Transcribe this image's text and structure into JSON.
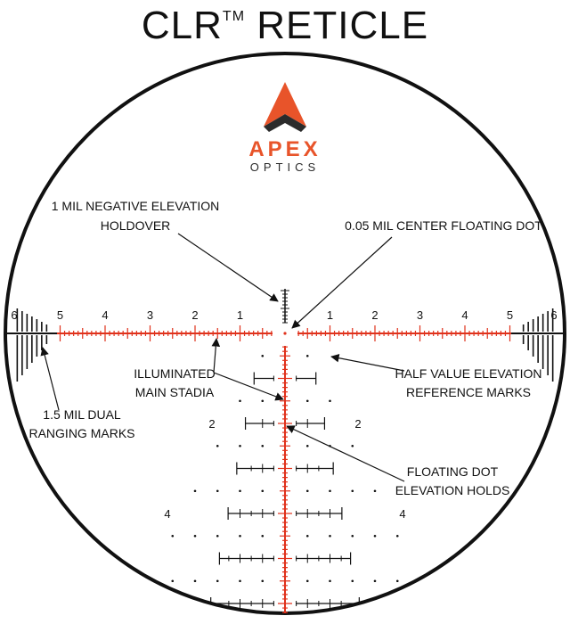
{
  "title": {
    "main_a": "CLR",
    "tm": "TM",
    "main_b": "RETICLE"
  },
  "brand": {
    "name": "APEX",
    "sub": "OPTICS",
    "color": "#e8542a",
    "dark": "#2b2b2b"
  },
  "colors": {
    "red": "#e0321c",
    "black": "#111111"
  },
  "scale": {
    "left_numbers": [
      "6",
      "5",
      "4",
      "3",
      "2",
      "1"
    ],
    "right_numbers": [
      "1",
      "2",
      "3",
      "4",
      "5",
      "6"
    ],
    "hold_numbers": [
      "2",
      "2",
      "4",
      "4"
    ]
  },
  "callouts": {
    "negative_holdover_1": "1 MIL NEGATIVE ELEVATION",
    "negative_holdover_2": "HOLDOVER",
    "center_dot": "0.05 MIL CENTER FLOATING DOT",
    "illuminated_1": "ILLUMINATED",
    "illuminated_2": "MAIN STADIA",
    "half_value_1": "HALF VALUE ELEVATION",
    "half_value_2": "REFERENCE MARKS",
    "ranging_1": "1.5 MIL DUAL",
    "ranging_2": "RANGING MARKS",
    "floating_1": "FLOATING DOT",
    "floating_2": "ELEVATION HOLDS"
  }
}
